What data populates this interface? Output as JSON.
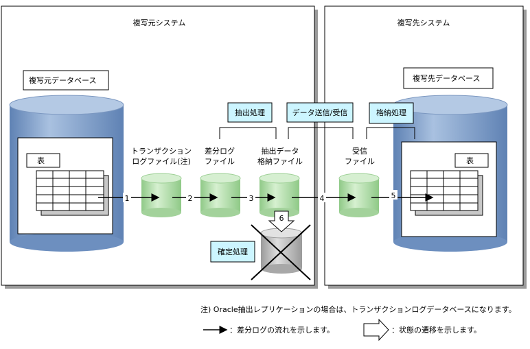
{
  "source_system": {
    "title": "複写元システム",
    "database_label": "複写元データベース",
    "table_label": "表"
  },
  "target_system": {
    "title": "複写先システム",
    "database_label": "複写先データベース",
    "table_label": "表"
  },
  "files": {
    "transaction_log": [
      "トランザクション",
      "ログファイル(注)"
    ],
    "diff_log": [
      "差分ログ",
      "ファイル"
    ],
    "extract_data": [
      "抽出データ",
      "格納ファイル"
    ],
    "received": [
      "受信",
      "ファイル"
    ]
  },
  "processes": {
    "extract": "抽出処理",
    "send_receive": "データ送信/受信",
    "store": "格納処理",
    "confirm": "確定処理"
  },
  "steps": [
    "1",
    "2",
    "3",
    "4",
    "5",
    "6"
  ],
  "notes": {
    "footnote": "注) Oracle抽出レプリケーションの場合は、トランザクションログデータベースになります。",
    "legend_flow": "：差分ログの流れを示します。",
    "legend_transition": "：状態の遷移を示します。"
  },
  "colors": {
    "db_blue": "#8aa9cf",
    "db_top": "#b4c9e4",
    "file_green": "#b7ddb0",
    "file_top": "#d6efd1",
    "gray_file": "#c8c8c8",
    "process_fill": "#ccf5ff"
  }
}
